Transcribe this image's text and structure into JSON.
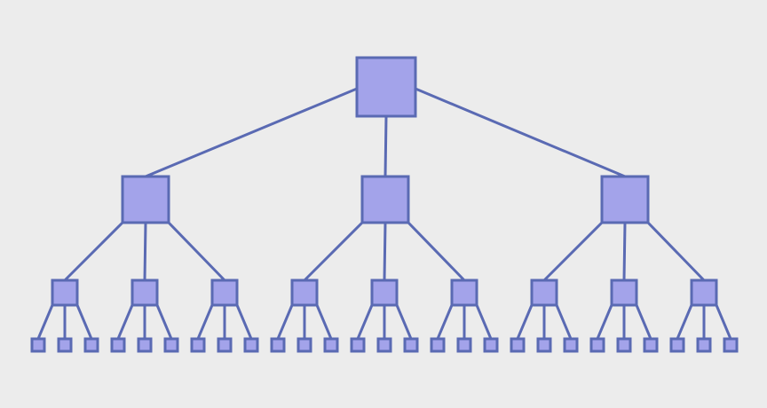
{
  "diagram": {
    "type": "tree",
    "branching_factor": 3,
    "depth": 4,
    "colors": {
      "background": "#ececec",
      "node_fill": "#a3a3ea",
      "node_stroke": "#5a6ab3",
      "edge": "#5a6ab3"
    }
  }
}
